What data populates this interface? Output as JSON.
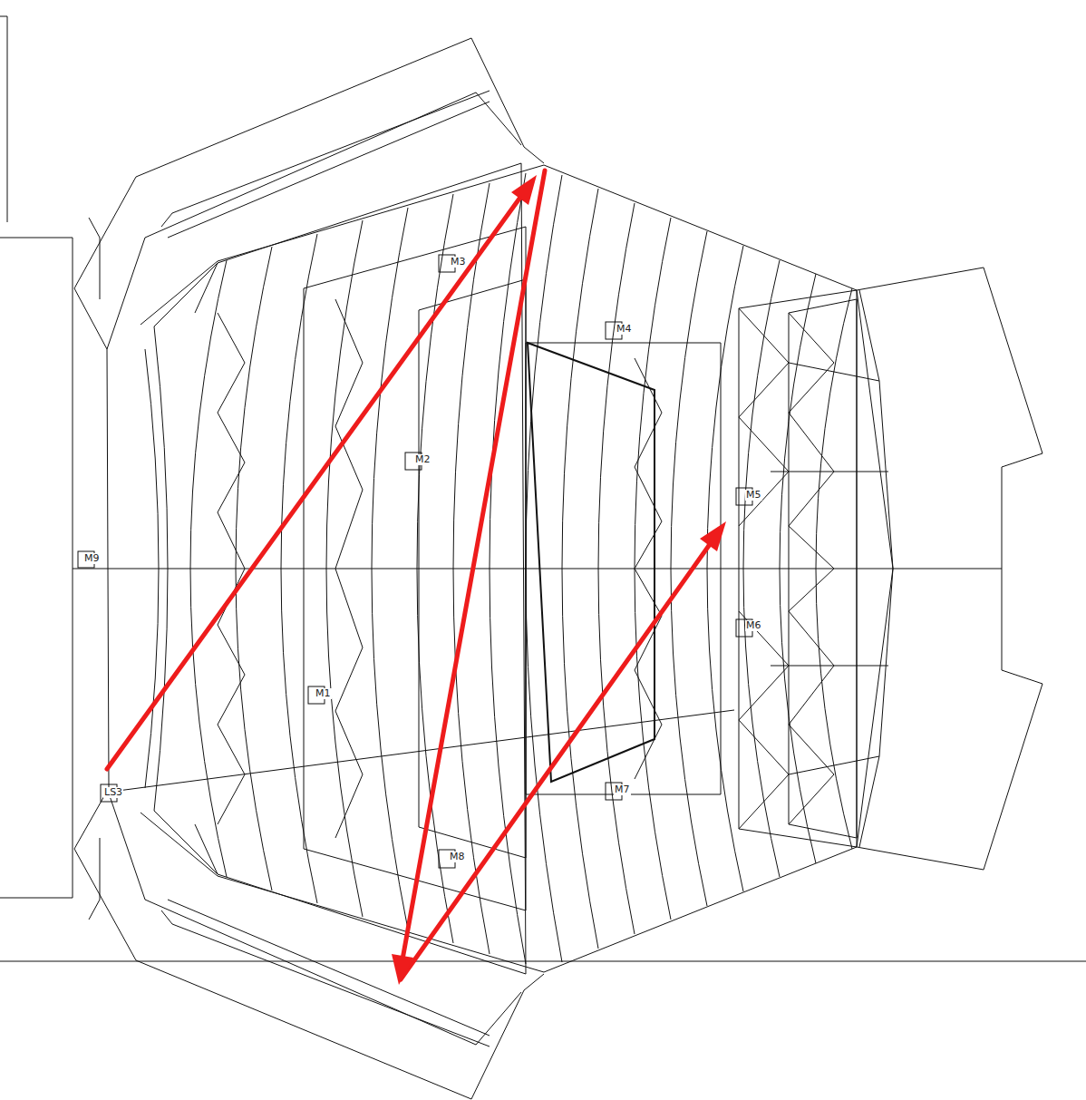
{
  "diagram": {
    "labels": [
      "M3",
      "M4",
      "M2",
      "M5",
      "M9",
      "M6",
      "M1",
      "LS3",
      "M7",
      "M8"
    ]
  }
}
